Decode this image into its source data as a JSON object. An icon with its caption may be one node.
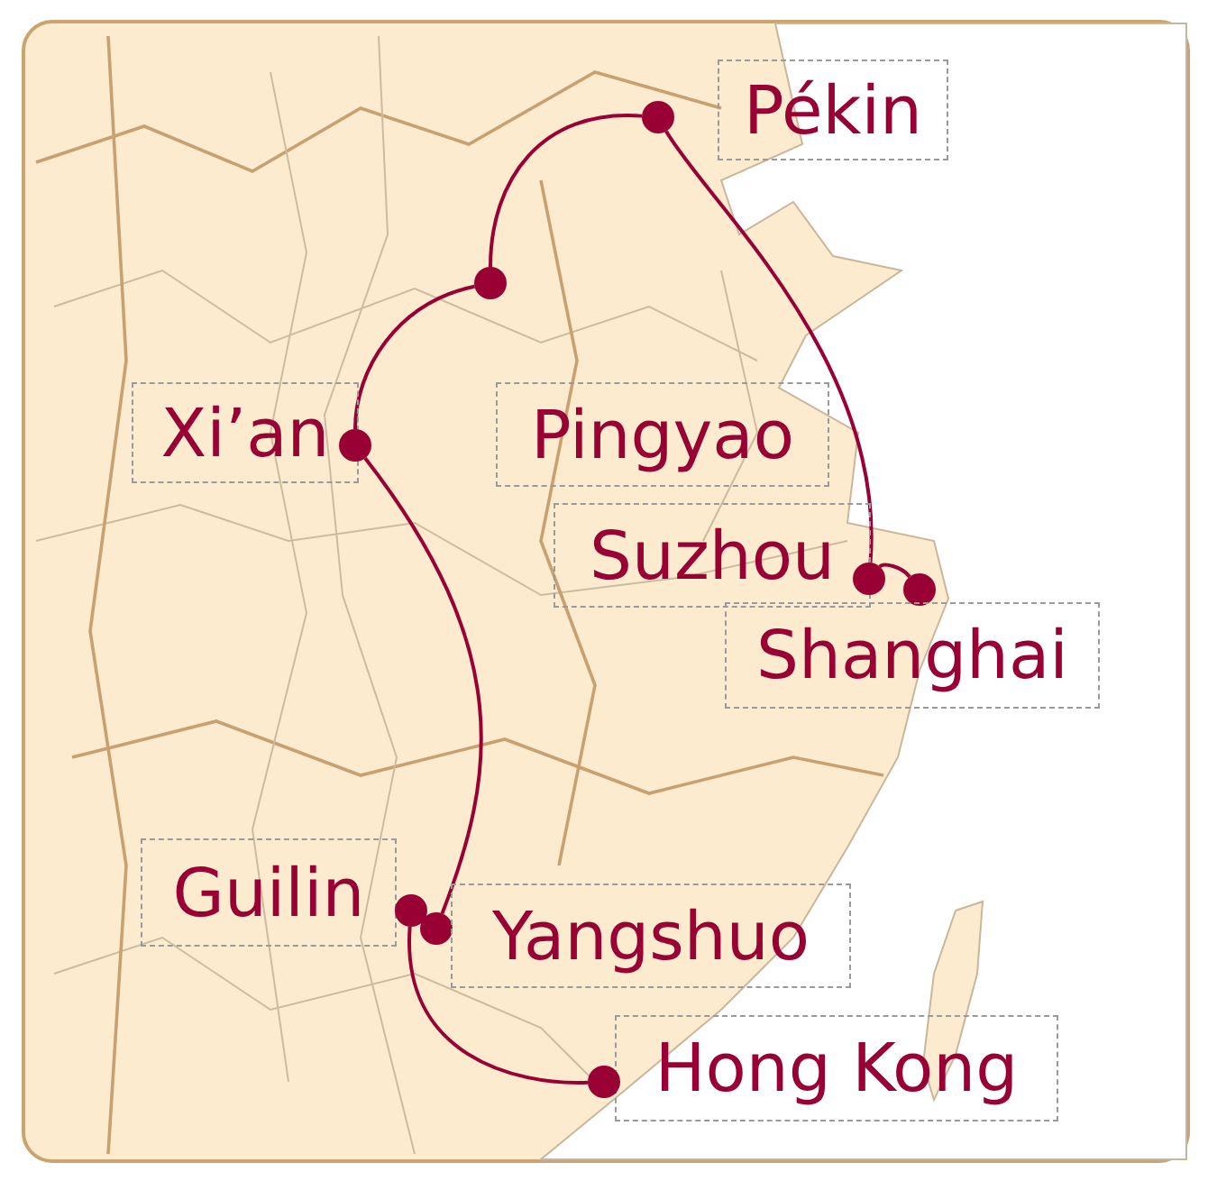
{
  "diagram": {
    "nodes": [
      {
        "text": [
          "Pékin"
        ]
      },
      {
        "text": [],
        "shape": "circle"
      },
      {
        "text": [],
        "shape": "circle"
      },
      {
        "text": [
          "Xi’an"
        ]
      },
      {
        "text": [
          "Pingyao"
        ]
      },
      {
        "text": [],
        "shape": "circle"
      },
      {
        "text": [
          "Suzhou"
        ]
      },
      {
        "text": [],
        "shape": "circle"
      },
      {
        "text": [],
        "shape": "circle"
      },
      {
        "text": [
          "Shanghai"
        ]
      },
      {
        "text": [
          "Guilin"
        ]
      },
      {
        "text": [],
        "shape": "circle"
      },
      {
        "text": [],
        "shape": "circle"
      },
      {
        "text": [
          "Yangshuo"
        ]
      },
      {
        "text": [
          "Hong Kong"
        ]
      },
      {
        "text": [],
        "shape": "circle"
      }
    ],
    "edges": [
      {
        "from": 8,
        "to": 7,
        "arrow": "none"
      },
      {
        "from": 7,
        "to": 1,
        "arrow": "none"
      },
      {
        "from": 1,
        "to": 2,
        "arrow": "none"
      },
      {
        "from": 2,
        "to": 5,
        "arrow": "none"
      },
      {
        "from": 5,
        "to": 12,
        "arrow": "none"
      },
      {
        "from": 11,
        "to": 15,
        "arrow": "none"
      }
    ]
  }
}
